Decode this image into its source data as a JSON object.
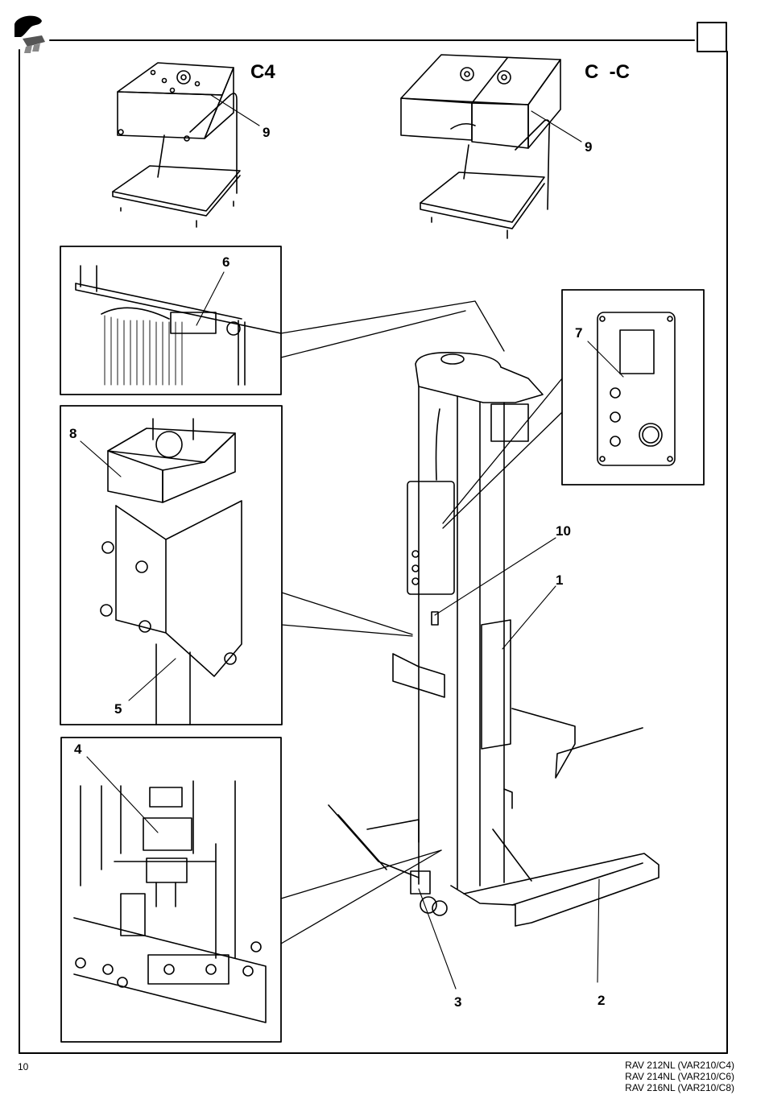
{
  "header": {
    "logo": "brand-logo",
    "corner_box": ""
  },
  "variants": {
    "left_label": "C4",
    "right_label": "C  -C"
  },
  "callouts": {
    "c1": "1",
    "c2": "2",
    "c3": "3",
    "c4": "4",
    "c5": "5",
    "c6": "6",
    "c7": "7",
    "c8": "8",
    "c9a": "9",
    "c9b": "9",
    "c10": "10"
  },
  "footer": {
    "page_number": "10",
    "models": [
      "RAV 212NL (VAR210/C4)",
      "RAV 214NL (VAR210/C6)",
      "RAV 216NL (VAR210/C8)"
    ]
  }
}
